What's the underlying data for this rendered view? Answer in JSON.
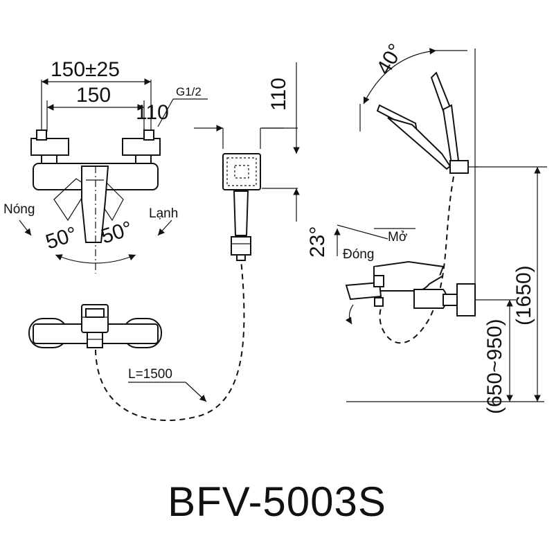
{
  "model": "BFV-5003S",
  "front_view": {
    "dim_overall": "150±25",
    "dim_center": "150",
    "thread": "G1/2",
    "dim_depth": "110",
    "hot_label": "Nóng",
    "cold_label": "Lạnh",
    "angle_hot": "50°",
    "angle_cold": "50°",
    "hose_length": "L=1500"
  },
  "hand_shower": {
    "dim_head": "110"
  },
  "side_view": {
    "tilt_angle": "40°",
    "lever_angle": "23°",
    "open_label": "Mở",
    "close_label": "Đóng",
    "height_total": "(1650)",
    "height_range": "(650~950)"
  }
}
